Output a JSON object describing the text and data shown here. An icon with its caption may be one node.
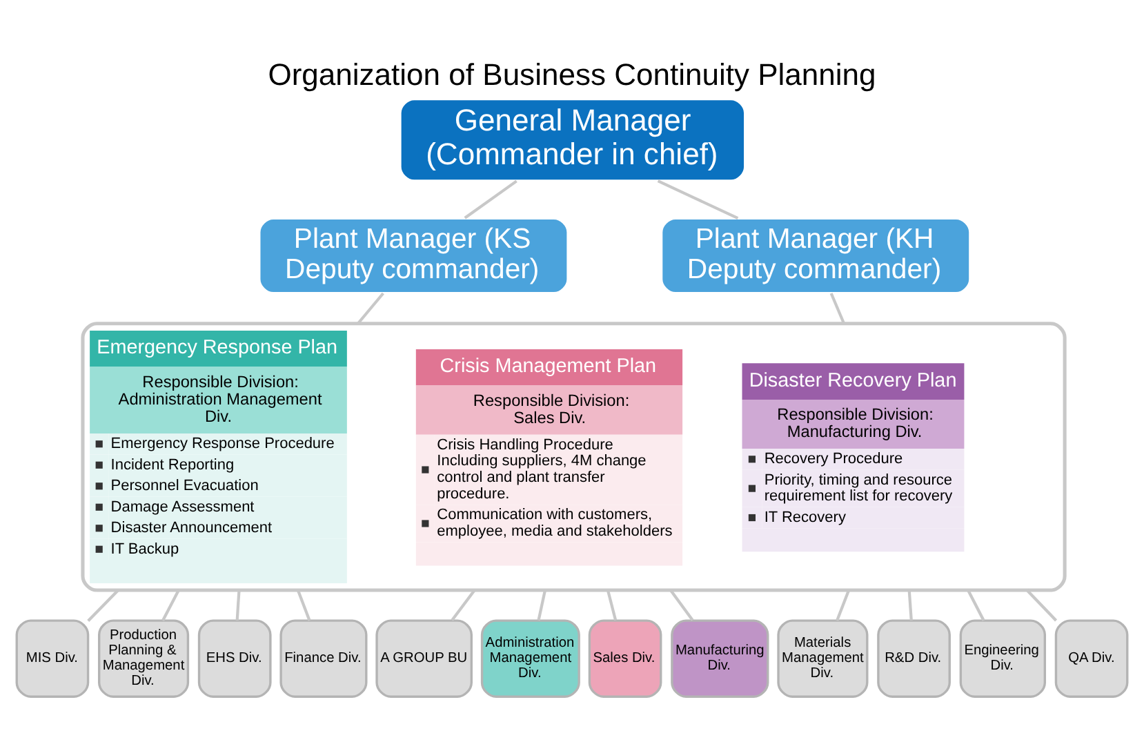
{
  "diagram": {
    "title": "Organization of Business Continuity Planning",
    "nodes": [
      {
        "text": [
          "General Manager (Commander in chief)"
        ]
      },
      {
        "text": [
          "Plant Manager (KS Deputy commander)"
        ]
      },
      {
        "text": [
          "Plant Manager (KH Deputy commander)"
        ]
      },
      {
        "text": [],
        "shape": "box"
      },
      {
        "text": [
          "Emergency Response Plan",
          "Responsible Division: Administration Management Div.",
          "Emergency Response Procedure",
          "Incident Reporting",
          "Personnel Evacuation",
          "Damage Assessment",
          "Disaster Announcement",
          "IT Backup"
        ],
        "in": 3
      },
      {
        "text": [
          "Crisis Management Plan",
          "Responsible Division: Sales Div.",
          "Crisis Handling Procedure Including suppliers, 4M change control and plant transfer procedure.",
          "Communication with customers, employee, media and stakeholders"
        ],
        "in": 3
      },
      {
        "text": [
          "Disaster Recovery Plan",
          "Responsible Division: Manufacturing Div.",
          "Recovery Procedure",
          "Priority, timing and resource requirement list for recovery",
          "IT Recovery"
        ],
        "in": 3
      },
      {
        "text": [
          "MIS Div."
        ]
      },
      {
        "text": [
          "Production Planning & Management Div."
        ]
      },
      {
        "text": [
          "EHS Div."
        ]
      },
      {
        "text": [
          "Finance Div."
        ]
      },
      {
        "text": [
          "A GROUP BU"
        ]
      },
      {
        "text": [
          "Administration Management Div."
        ]
      },
      {
        "text": [
          "Sales Div."
        ]
      },
      {
        "text": [
          "Manufacturing Div."
        ]
      },
      {
        "text": [
          "Materials Management Div."
        ]
      },
      {
        "text": [
          "R&D Div."
        ]
      },
      {
        "text": [
          "Engineering Div."
        ]
      },
      {
        "text": [
          "QA Div."
        ]
      }
    ],
    "edges": [
      {
        "from": 0,
        "to": 1,
        "arrow": "none"
      },
      {
        "from": 0,
        "to": 2,
        "arrow": "none"
      },
      {
        "from": 1,
        "to": 3,
        "arrow": "none"
      },
      {
        "from": 2,
        "to": 3,
        "arrow": "none"
      },
      {
        "from": 3,
        "to": 7,
        "arrow": "none"
      },
      {
        "from": 3,
        "to": 8,
        "arrow": "none"
      },
      {
        "from": 3,
        "to": 9,
        "arrow": "none"
      },
      {
        "from": 3,
        "to": 10,
        "arrow": "none"
      },
      {
        "from": 3,
        "to": 11,
        "arrow": "none"
      },
      {
        "from": 3,
        "to": 12,
        "arrow": "none"
      },
      {
        "from": 3,
        "to": 13,
        "arrow": "none"
      },
      {
        "from": 3,
        "to": 14,
        "arrow": "none"
      },
      {
        "from": 3,
        "to": 15,
        "arrow": "none"
      },
      {
        "from": 3,
        "to": 16,
        "arrow": "none"
      },
      {
        "from": 3,
        "to": 17,
        "arrow": "none"
      },
      {
        "from": 3,
        "to": 18,
        "arrow": "none"
      }
    ]
  }
}
